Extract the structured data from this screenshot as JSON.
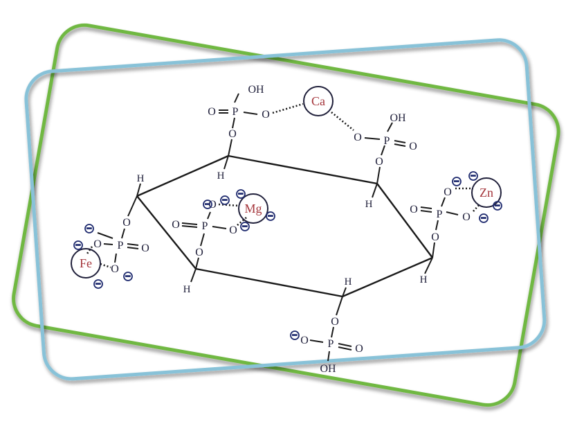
{
  "colors": {
    "frame_green": "#6fb843",
    "frame_blue": "#88c2d8",
    "frame_shadow": "#5a5a5a",
    "bond": "#1a1a1a",
    "metal_text": "#a4343a",
    "charge": "#1e2a6e"
  },
  "atoms": {
    "oxygen": "O",
    "phosphorus": "P",
    "hydrogen": "H",
    "hydroxyl": "OH",
    "negative_charge": "−"
  },
  "metals": {
    "calcium": "Ca",
    "magnesium": "Mg",
    "zinc": "Zn",
    "iron": "Fe"
  }
}
